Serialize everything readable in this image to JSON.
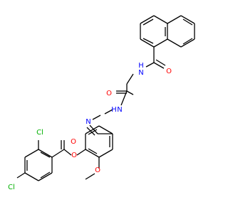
{
  "molecule": {
    "atoms": {
      "o_ketone": "O",
      "nh_amide": "H",
      "n_amide": "N",
      "o_carbonyl2": "O",
      "nh_hydrazide": "H",
      "n_hydrazide": "N",
      "n_imine": "N",
      "o_ester_carbonyl": "O",
      "o_ester": "O",
      "o_methoxy": "O",
      "cl_ortho": "Cl",
      "cl_para": "Cl"
    },
    "colors": {
      "bond": "#000000",
      "oxygen": "#ff0000",
      "nitrogen": "#0000ff",
      "chlorine": "#00b000"
    }
  }
}
